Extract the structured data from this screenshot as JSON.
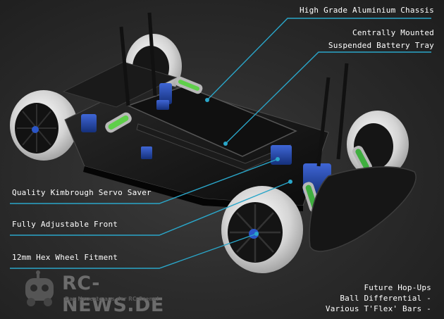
{
  "callouts": {
    "chassis": "High Grade Aluminium Chassis",
    "battery_line1": "Centrally Mounted",
    "battery_line2": "Suspended Battery Tray",
    "servo": "Quality Kimbrough Servo Saver",
    "front": "Fully Adjustable Front",
    "hex": "12mm Hex Wheel Fitment"
  },
  "future": {
    "line1": "Future Hop-Ups",
    "line2": "Ball Differential -",
    "line3": "Various T'Flex' Bars -"
  },
  "watermark": {
    "brand": "RC-NEWS.DE",
    "tagline": "Das Neueste aus der RC-Szene!"
  },
  "colors": {
    "background": "#2c2c2c",
    "callout_line": "#2aa6c9",
    "chassis_blue": "#1e3f9a",
    "spring_green": "#3fae3f"
  }
}
